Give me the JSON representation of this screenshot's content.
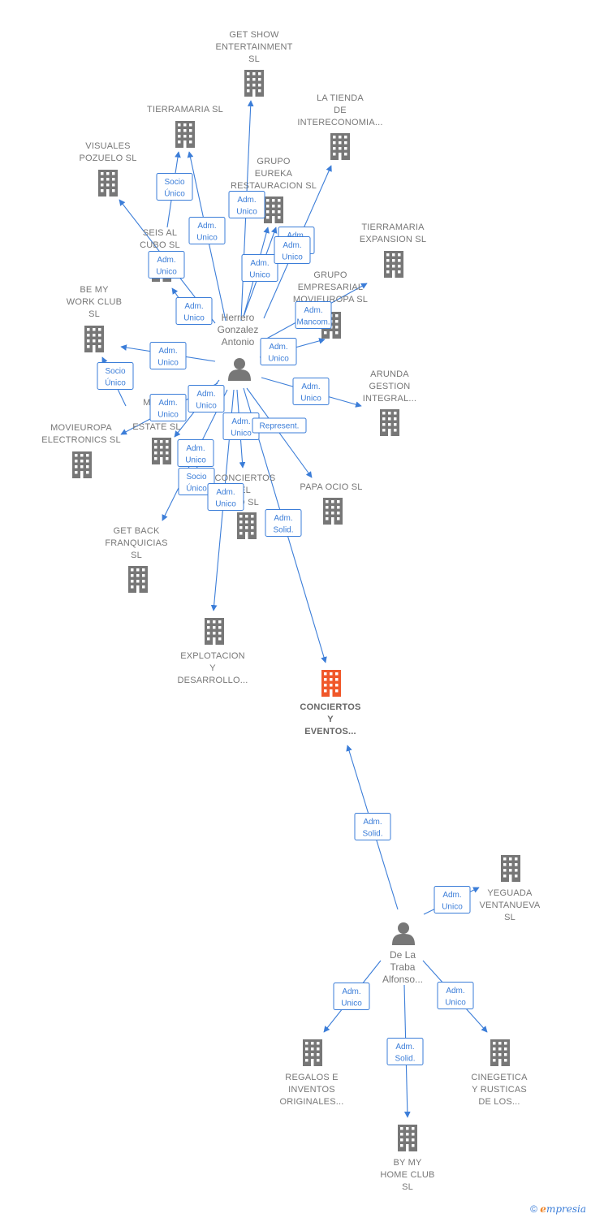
{
  "colors": {
    "edge": "#3b7dd8",
    "building": "#777777",
    "building_main": "#f0582a",
    "person": "#777777"
  },
  "persons": [
    {
      "id": "p1",
      "label": [
        "Herrero",
        "Gonzalez",
        "Antonio"
      ]
    },
    {
      "id": "p2",
      "label": [
        "De La",
        "Traba",
        "Alfonso..."
      ]
    }
  ],
  "companies": [
    {
      "id": "get_show",
      "label": [
        "GET SHOW",
        "ENTERTAINMENT",
        "SL"
      ]
    },
    {
      "id": "tierramaria",
      "label": [
        "TIERRAMARIA SL"
      ]
    },
    {
      "id": "la_tienda",
      "label": [
        "LA TIENDA",
        "DE",
        "INTERECONOMIA..."
      ]
    },
    {
      "id": "visuales",
      "label": [
        "VISUALES",
        "POZUELO SL"
      ]
    },
    {
      "id": "grupo_eureka",
      "label": [
        "GRUPO",
        "EUREKA",
        "RESTAURACION SL"
      ]
    },
    {
      "id": "seis_al_cubo",
      "label": [
        "SEIS AL",
        "CUBO SL"
      ]
    },
    {
      "id": "tierramaria_exp",
      "label": [
        "TIERRAMARIA",
        "EXPANSION SL"
      ]
    },
    {
      "id": "grupo_movieuropa",
      "label": [
        "GRUPO",
        "EMPRESARIAL",
        "MOVIEUROPA SL"
      ]
    },
    {
      "id": "be_my_work",
      "label": [
        "BE MY",
        "WORK CLUB",
        "SL"
      ]
    },
    {
      "id": "arunda",
      "label": [
        "ARUNDA",
        "GESTION",
        "INTEGRAL..."
      ]
    },
    {
      "id": "mode_real_estate",
      "label": [
        "MODE",
        "R",
        "ESTATE  SL"
      ]
    },
    {
      "id": "movieuropa_elec",
      "label": [
        "MOVIEUROPA",
        "ELECTRONICS SL"
      ]
    },
    {
      "id": "conciertos_del",
      "label": [
        "CONCIERTOS",
        "EL",
        "RO  SL"
      ]
    },
    {
      "id": "papa_ocio",
      "label": [
        "PAPA OCIO SL"
      ]
    },
    {
      "id": "get_back",
      "label": [
        "GET BACK",
        "FRANQUICIAS",
        "SL"
      ]
    },
    {
      "id": "explotacion",
      "label": [
        "EXPLOTACION",
        "Y",
        "DESARROLLO..."
      ]
    },
    {
      "id": "conciertos_eventos",
      "label": [
        "CONCIERTOS",
        "Y",
        "EVENTOS..."
      ],
      "main": true
    },
    {
      "id": "yeguada",
      "label": [
        "YEGUADA",
        "VENTANUEVA",
        "SL"
      ]
    },
    {
      "id": "regalos",
      "label": [
        "REGALOS E",
        "INVENTOS",
        "ORIGINALES..."
      ]
    },
    {
      "id": "cinegetica",
      "label": [
        "CINEGETICA",
        "Y RUSTICAS",
        "DE LOS..."
      ]
    },
    {
      "id": "by_my_home",
      "label": [
        "BY MY",
        "HOME CLUB",
        "SL"
      ]
    }
  ],
  "relations": [
    {
      "from": "p1",
      "to": "get_show",
      "label": [
        "Adm.",
        "Unico"
      ]
    },
    {
      "from": "p1",
      "to": "tierramaria",
      "label": [
        "Adm.",
        "Unico"
      ]
    },
    {
      "from": "seis_al_cubo",
      "to": "tierramaria",
      "label": [
        "Socio",
        "Único"
      ]
    },
    {
      "from": "p1",
      "to": "la_tienda",
      "label": [
        "Adm.",
        "Solid."
      ]
    },
    {
      "from": "p1",
      "to": "visuales",
      "label": [
        "Adm.",
        "Unico"
      ]
    },
    {
      "from": "p1",
      "to": "grupo_eureka",
      "label": [
        "Adm.",
        "Unico"
      ]
    },
    {
      "from": "p1",
      "to": "grupo_eureka",
      "label": [
        "Adm.",
        "Unico"
      ]
    },
    {
      "from": "p1",
      "to": "seis_al_cubo",
      "label": [
        "Adm.",
        "Unico"
      ]
    },
    {
      "from": "p1",
      "to": "tierramaria_exp",
      "label": [
        "Adm.",
        "Mancom."
      ]
    },
    {
      "from": "p1",
      "to": "grupo_movieuropa",
      "label": [
        "Adm.",
        "Unico"
      ]
    },
    {
      "from": "p1",
      "to": "be_my_work",
      "label": [
        "Adm.",
        "Unico"
      ]
    },
    {
      "from": "mode_real_estate",
      "to": "be_my_work",
      "label": [
        "Socio",
        "Único"
      ]
    },
    {
      "from": "p1",
      "to": "arunda",
      "label": [
        "Adm.",
        "Unico"
      ]
    },
    {
      "from": "p1",
      "to": "movieuropa_elec",
      "label": [
        "Adm.",
        "Unico"
      ]
    },
    {
      "from": "p1",
      "to": "mode_real_estate",
      "label": [
        "Adm.",
        "Unico"
      ]
    },
    {
      "from": "p1",
      "to": "conciertos_del",
      "label": [
        "Adm.",
        "Unico"
      ]
    },
    {
      "from": "p1",
      "to": "papa_ocio",
      "label": [
        "Represent."
      ]
    },
    {
      "from": "p1",
      "to": "get_back",
      "label": [
        "Adm.",
        "Unico"
      ]
    },
    {
      "from": "conciertos_del",
      "to": "get_back",
      "label": [
        "Socio",
        "Único"
      ]
    },
    {
      "from": "p1",
      "to": "explotacion",
      "label": [
        "Adm.",
        "Unico"
      ]
    },
    {
      "from": "p1",
      "to": "conciertos_eventos",
      "label": [
        "Adm.",
        "Solid."
      ]
    },
    {
      "from": "p2",
      "to": "conciertos_eventos",
      "label": [
        "Adm.",
        "Solid."
      ]
    },
    {
      "from": "p2",
      "to": "yeguada",
      "label": [
        "Adm.",
        "Unico"
      ]
    },
    {
      "from": "p2",
      "to": "regalos",
      "label": [
        "Adm.",
        "Unico"
      ]
    },
    {
      "from": "p2",
      "to": "cinegetica",
      "label": [
        "Adm.",
        "Unico"
      ]
    },
    {
      "from": "p2",
      "to": "by_my_home",
      "label": [
        "Adm.",
        "Solid."
      ]
    }
  ],
  "footer": {
    "copyright": "©",
    "brand_first": "e",
    "brand_rest": "mpresia"
  }
}
